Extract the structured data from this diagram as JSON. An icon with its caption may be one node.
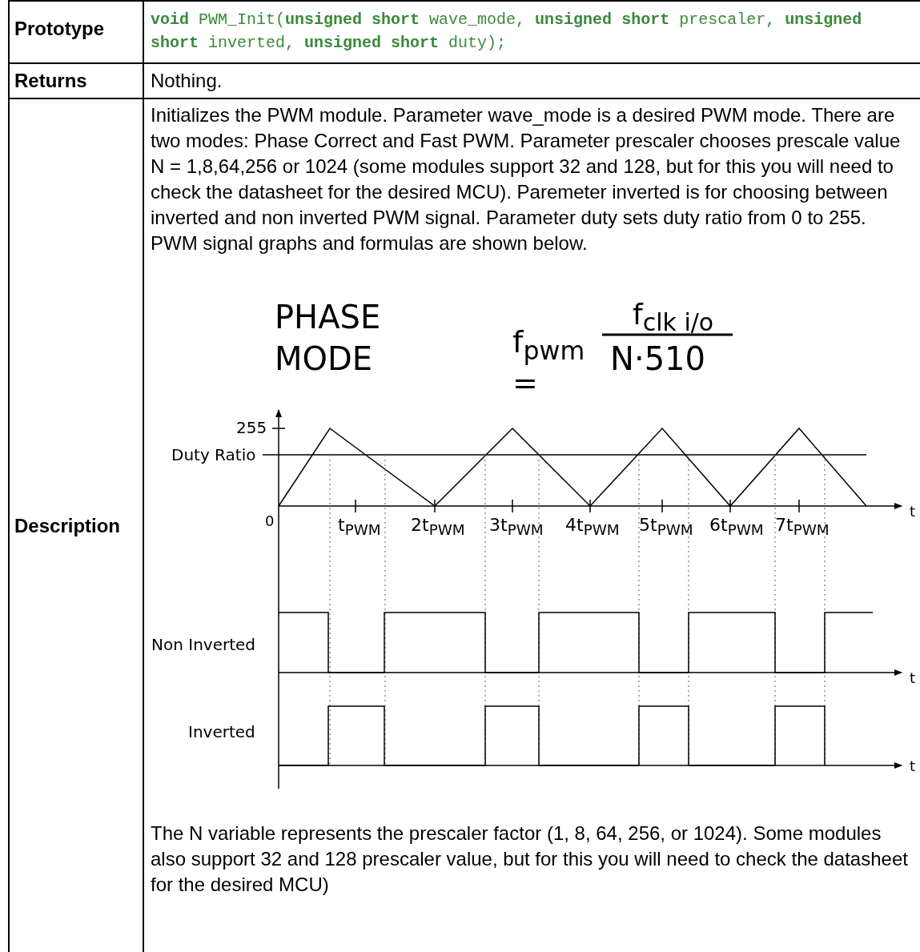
{
  "diagram": {
    "labels": [
      "Prototype",
      "**void** PWM_Init(**unsigned short** wave_mode, **unsigned short** prescaler, **unsigned short** inverted, **unsigned short** duty);",
      "Returns",
      "Nothing.",
      "Description",
      "Initializes the PWM module. Parameter wave_mode is a desired PWM mode. There are two modes: Phase Correct and Fast PWM. Parameter prescaler chooses prescale value N = 1,8,64,256 or 1024 (some modules support 32 and 128, but for this you will need to check the datasheet for the desired MCU). Paremeter inverted is for choosing between inverted and non inverted PWM signal. Parameter duty sets duty ratio from 0 to 255. PWM signal graphs and formulas are shown below.",
      "PHASE MODE",
      "f$_{pwm}$ =",
      "f$_{clk i/o}$",
      "N·510",
      "255",
      "Duty Ratio",
      "0",
      "t",
      "t$_{PWM}$",
      "2t$_{PWM}$",
      "3t$_{PWM}$",
      "4t$_{PWM}$",
      "5t$_{PWM}$",
      "6t$_{PWM}$",
      "7t$_{PWM}$",
      "Non Inverted",
      "t",
      "Inverted",
      "t",
      "The N variable represents the prescaler factor (1, 8, 64, 256, or 1024). Some modules also support 32 and 128 prescaler value, but for this you will need to check the datasheet for the desired MCU)"
    ]
  }
}
